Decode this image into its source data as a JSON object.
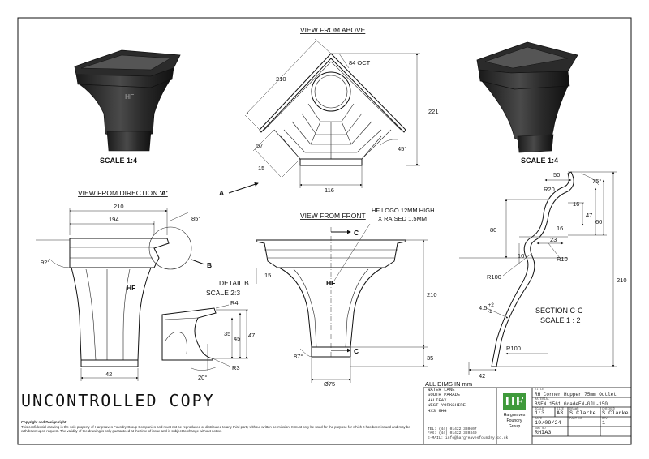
{
  "views": {
    "above_title": "VIEW FROM ABOVE",
    "direction_a_title_pre": "VIEW FROM DIRECTION ",
    "direction_a_title_letter": "'A'",
    "front_title": "VIEW FROM FRONT",
    "scale_left": "SCALE 1:4",
    "scale_right": "SCALE 1:4",
    "detail_title": "DETAIL B",
    "detail_scale": "SCALE 2:3",
    "section_title": "SECTION C-C",
    "section_scale": "SCALE 1 : 2",
    "logo_note_1": "HF LOGO 12MM HIGH",
    "logo_note_2": "X RAISED 1.5MM",
    "all_dims": "ALL DIMS IN mm",
    "label_a": "A",
    "label_b": "B",
    "label_c_top": "C",
    "label_c_bottom": "C"
  },
  "dims": {
    "above": {
      "d210": "210",
      "d84oct": "84 OCT",
      "d221": "221",
      "d57": "57",
      "d15": "15",
      "d116": "116",
      "d45deg": "45°"
    },
    "dira": {
      "d210": "210",
      "d194": "194",
      "d85deg": "85°",
      "d92deg": "92°",
      "d42": "42"
    },
    "detail": {
      "r4": "R4",
      "d35": "35",
      "d45": "45",
      "d47": "47",
      "d20deg": "20°",
      "r3": "R3"
    },
    "front": {
      "d15": "15",
      "d210": "210",
      "d35": "35",
      "d87deg": "87°",
      "d75": "Ø75"
    },
    "section": {
      "d50": "50",
      "d75deg": "75°",
      "r20": "R20",
      "d16a": "16",
      "d47": "47",
      "d60": "60",
      "d16b": "16",
      "d80": "80",
      "d23": "23",
      "d10": "10",
      "r10": "R10",
      "r100a": "R100",
      "tol": "4.5",
      "tol_plus": "+2",
      "tol_minus": "-1",
      "d210": "210",
      "r100b": "R100",
      "d42": "42"
    }
  },
  "watermark": "UNCONTROLLED COPY",
  "copyright": {
    "heading": "Copyright and Design right",
    "body": "This confidential drawing is the sole property of Hargreaves Foundry Group Companies and must not be reproduced or distributed to any third party without written permission. It must only be used for the purpose for which it has been issued and may be withdrawn upon request. The validity of the drawing is only guaranteed at the time of issue and is subject to change without notice."
  },
  "company": {
    "address": [
      "WATER LANE",
      "SOUTH PARADE",
      "HALIFAX",
      "WEST YORKSHIRE",
      "HX3 9HG"
    ],
    "tel": "TEL: (44) 01422 330607",
    "fax": "FAX: (44) 01422 320349",
    "email": "E-MAIL: info@hargreavesfoundry.co.uk",
    "logo_letters": "HF",
    "logo_name_1": "Hargreaves",
    "logo_name_2": "Foundry",
    "logo_name_3": "Group"
  },
  "title_block": {
    "title_label": "TITLE",
    "title": "RH Corner Hopper 75mm Outlet",
    "material_label": "MATERIAL",
    "material": "BSEN 1561 GradeEN-GJL-150",
    "scale_label": "SCALE",
    "scale": "1:3",
    "size_label": "SIZE",
    "size": "A3",
    "drawn_label": "DRAWN",
    "drawn": "S Clarke",
    "checked_label": "CHECKED",
    "checked": "S Clarke",
    "date_label": "DATE",
    "date": "19/09/24",
    "part_label": "PART NO",
    "part": "-",
    "rev_label": "REV",
    "rev": "1",
    "dwg_label": "DWG NO",
    "dwg": "RHIA3"
  }
}
